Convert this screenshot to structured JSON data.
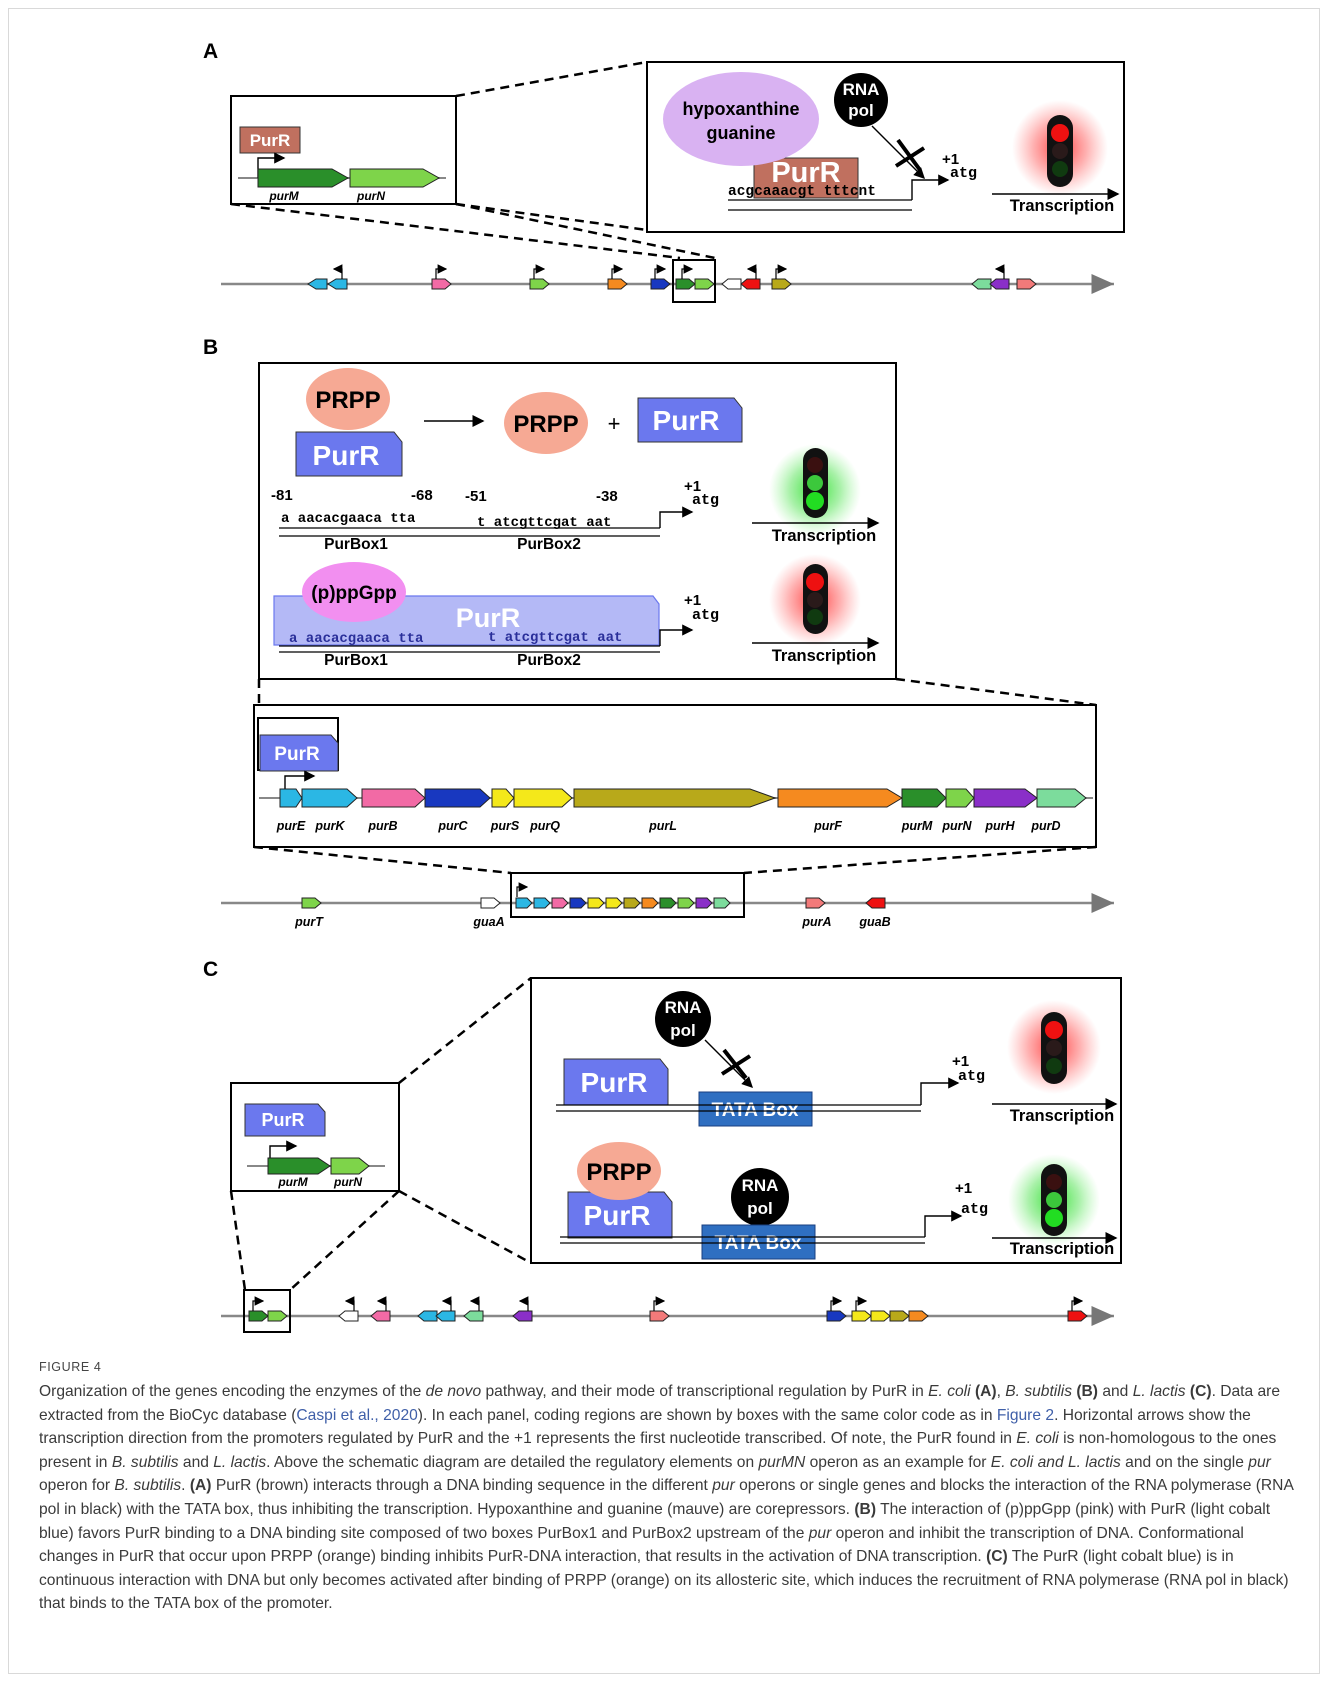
{
  "figure": {
    "panel_labels": [
      "A",
      "B",
      "C"
    ],
    "panel_a": {
      "inset_genes": [
        "purM",
        "purN"
      ],
      "repressor": "PurR",
      "corepressor": [
        "hypoxanthine",
        "guanine"
      ],
      "rna_pol": [
        "RNA",
        "pol"
      ],
      "sequence": "acgcaaacgt tttcnt",
      "plus1": "+1",
      "start": "atg",
      "transcription": "Transcription"
    },
    "panel_b": {
      "prpp": "PRPP",
      "purr": "PurR",
      "plus": "+",
      "ppgpp": "(p)ppGpp",
      "positions": [
        "-81",
        "-68",
        "-51",
        "-38"
      ],
      "seq1": "a aacacgaaca tta",
      "seq2": "t atcgttcgat aat",
      "box1": "PurBox1",
      "box2": "PurBox2",
      "plus1": "+1",
      "start": "atg",
      "transcription": "Transcription",
      "operon_genes": [
        "purE",
        "purK",
        "purB",
        "purC",
        "purS",
        "purQ",
        "purL",
        "purF",
        "purM",
        "purN",
        "purH",
        "purD"
      ],
      "genome_genes": [
        "purT",
        "guaA",
        "purA",
        "guaB"
      ]
    },
    "panel_c": {
      "purr": "PurR",
      "inset_genes": [
        "purM",
        "purN"
      ],
      "rna_pol": [
        "RNA",
        "pol"
      ],
      "tata": "TATA Box",
      "prpp": "PRPP",
      "plus1": "+1",
      "start": "atg",
      "transcription": "Transcription"
    }
  },
  "caption": {
    "label": "FIGURE 4",
    "segments": [
      {
        "t": "Organization of the genes encoding the enzymes of the "
      },
      {
        "t": "de novo",
        "s": "i"
      },
      {
        "t": " pathway, and their mode of transcriptional regulation by PurR in "
      },
      {
        "t": "E. coli",
        "s": "i"
      },
      {
        "t": " "
      },
      {
        "t": "(A)",
        "s": "b"
      },
      {
        "t": ", "
      },
      {
        "t": "B. subtilis",
        "s": "i"
      },
      {
        "t": " "
      },
      {
        "t": "(B)",
        "s": "b"
      },
      {
        "t": " and "
      },
      {
        "t": "L. lactis",
        "s": "i"
      },
      {
        "t": " "
      },
      {
        "t": "(C)",
        "s": "b"
      },
      {
        "t": ". Data are extracted from the BioCyc database ("
      },
      {
        "t": "Caspi et al., 2020",
        "s": "lk"
      },
      {
        "t": "). In each panel, coding regions are shown by boxes with the same color code as in "
      },
      {
        "t": "Figure 2",
        "s": "lk"
      },
      {
        "t": ". Horizontal arrows show the transcription direction from the promoters regulated by PurR and the +1 represents the first nucleotide transcribed. Of note, the PurR found in "
      },
      {
        "t": "E. coli",
        "s": "i"
      },
      {
        "t": " is non-homologous to the ones present in "
      },
      {
        "t": "B. subtilis",
        "s": "i"
      },
      {
        "t": " and "
      },
      {
        "t": "L. lactis",
        "s": "i"
      },
      {
        "t": ". Above the schematic diagram are detailed the regulatory elements on "
      },
      {
        "t": "purMN",
        "s": "i"
      },
      {
        "t": " operon as an example for "
      },
      {
        "t": "E. coli and L. lactis",
        "s": "i"
      },
      {
        "t": " and on the single "
      },
      {
        "t": "pur",
        "s": "i"
      },
      {
        "t": " operon for "
      },
      {
        "t": "B. subtilis",
        "s": "i"
      },
      {
        "t": ". "
      },
      {
        "t": "(A)",
        "s": "b"
      },
      {
        "t": " PurR (brown) interacts through a DNA binding sequence in the different "
      },
      {
        "t": "pur",
        "s": "i"
      },
      {
        "t": " operons or single genes and blocks the interaction of the RNA polymerase (RNA pol in black) with the TATA box, thus inhibiting the transcription. Hypoxanthine and guanine (mauve) are corepressors. "
      },
      {
        "t": "(B)",
        "s": "b"
      },
      {
        "t": " The interaction of (p)ppGpp (pink) with PurR (light cobalt blue) favors PurR binding to a DNA binding site composed of two boxes PurBox1 and PurBox2 upstream of the "
      },
      {
        "t": "pur",
        "s": "i"
      },
      {
        "t": " operon and inhibit the transcription of DNA. Conformational changes in PurR that occur upon PRPP (orange) binding inhibits PurR-DNA interaction, that results in the activation of DNA transcription. "
      },
      {
        "t": "(C)",
        "s": "b"
      },
      {
        "t": " The PurR (light cobalt blue) is in continuous interaction with DNA but only becomes activated after binding of PRPP (orange) on its allosteric site, which induces the recruitment of RNA polymerase (RNA pol in black) that binds to the TATA box of the promoter."
      }
    ]
  },
  "colors": {
    "purr_brown": "#c0705f",
    "purr_blue": "#6b78ee",
    "purr_light": "#b4b9f6",
    "prpp": "#f6a994",
    "ppgpp": "#f28ff0",
    "mauve": "#d9b2f2",
    "tata": "#2f6fc1"
  }
}
